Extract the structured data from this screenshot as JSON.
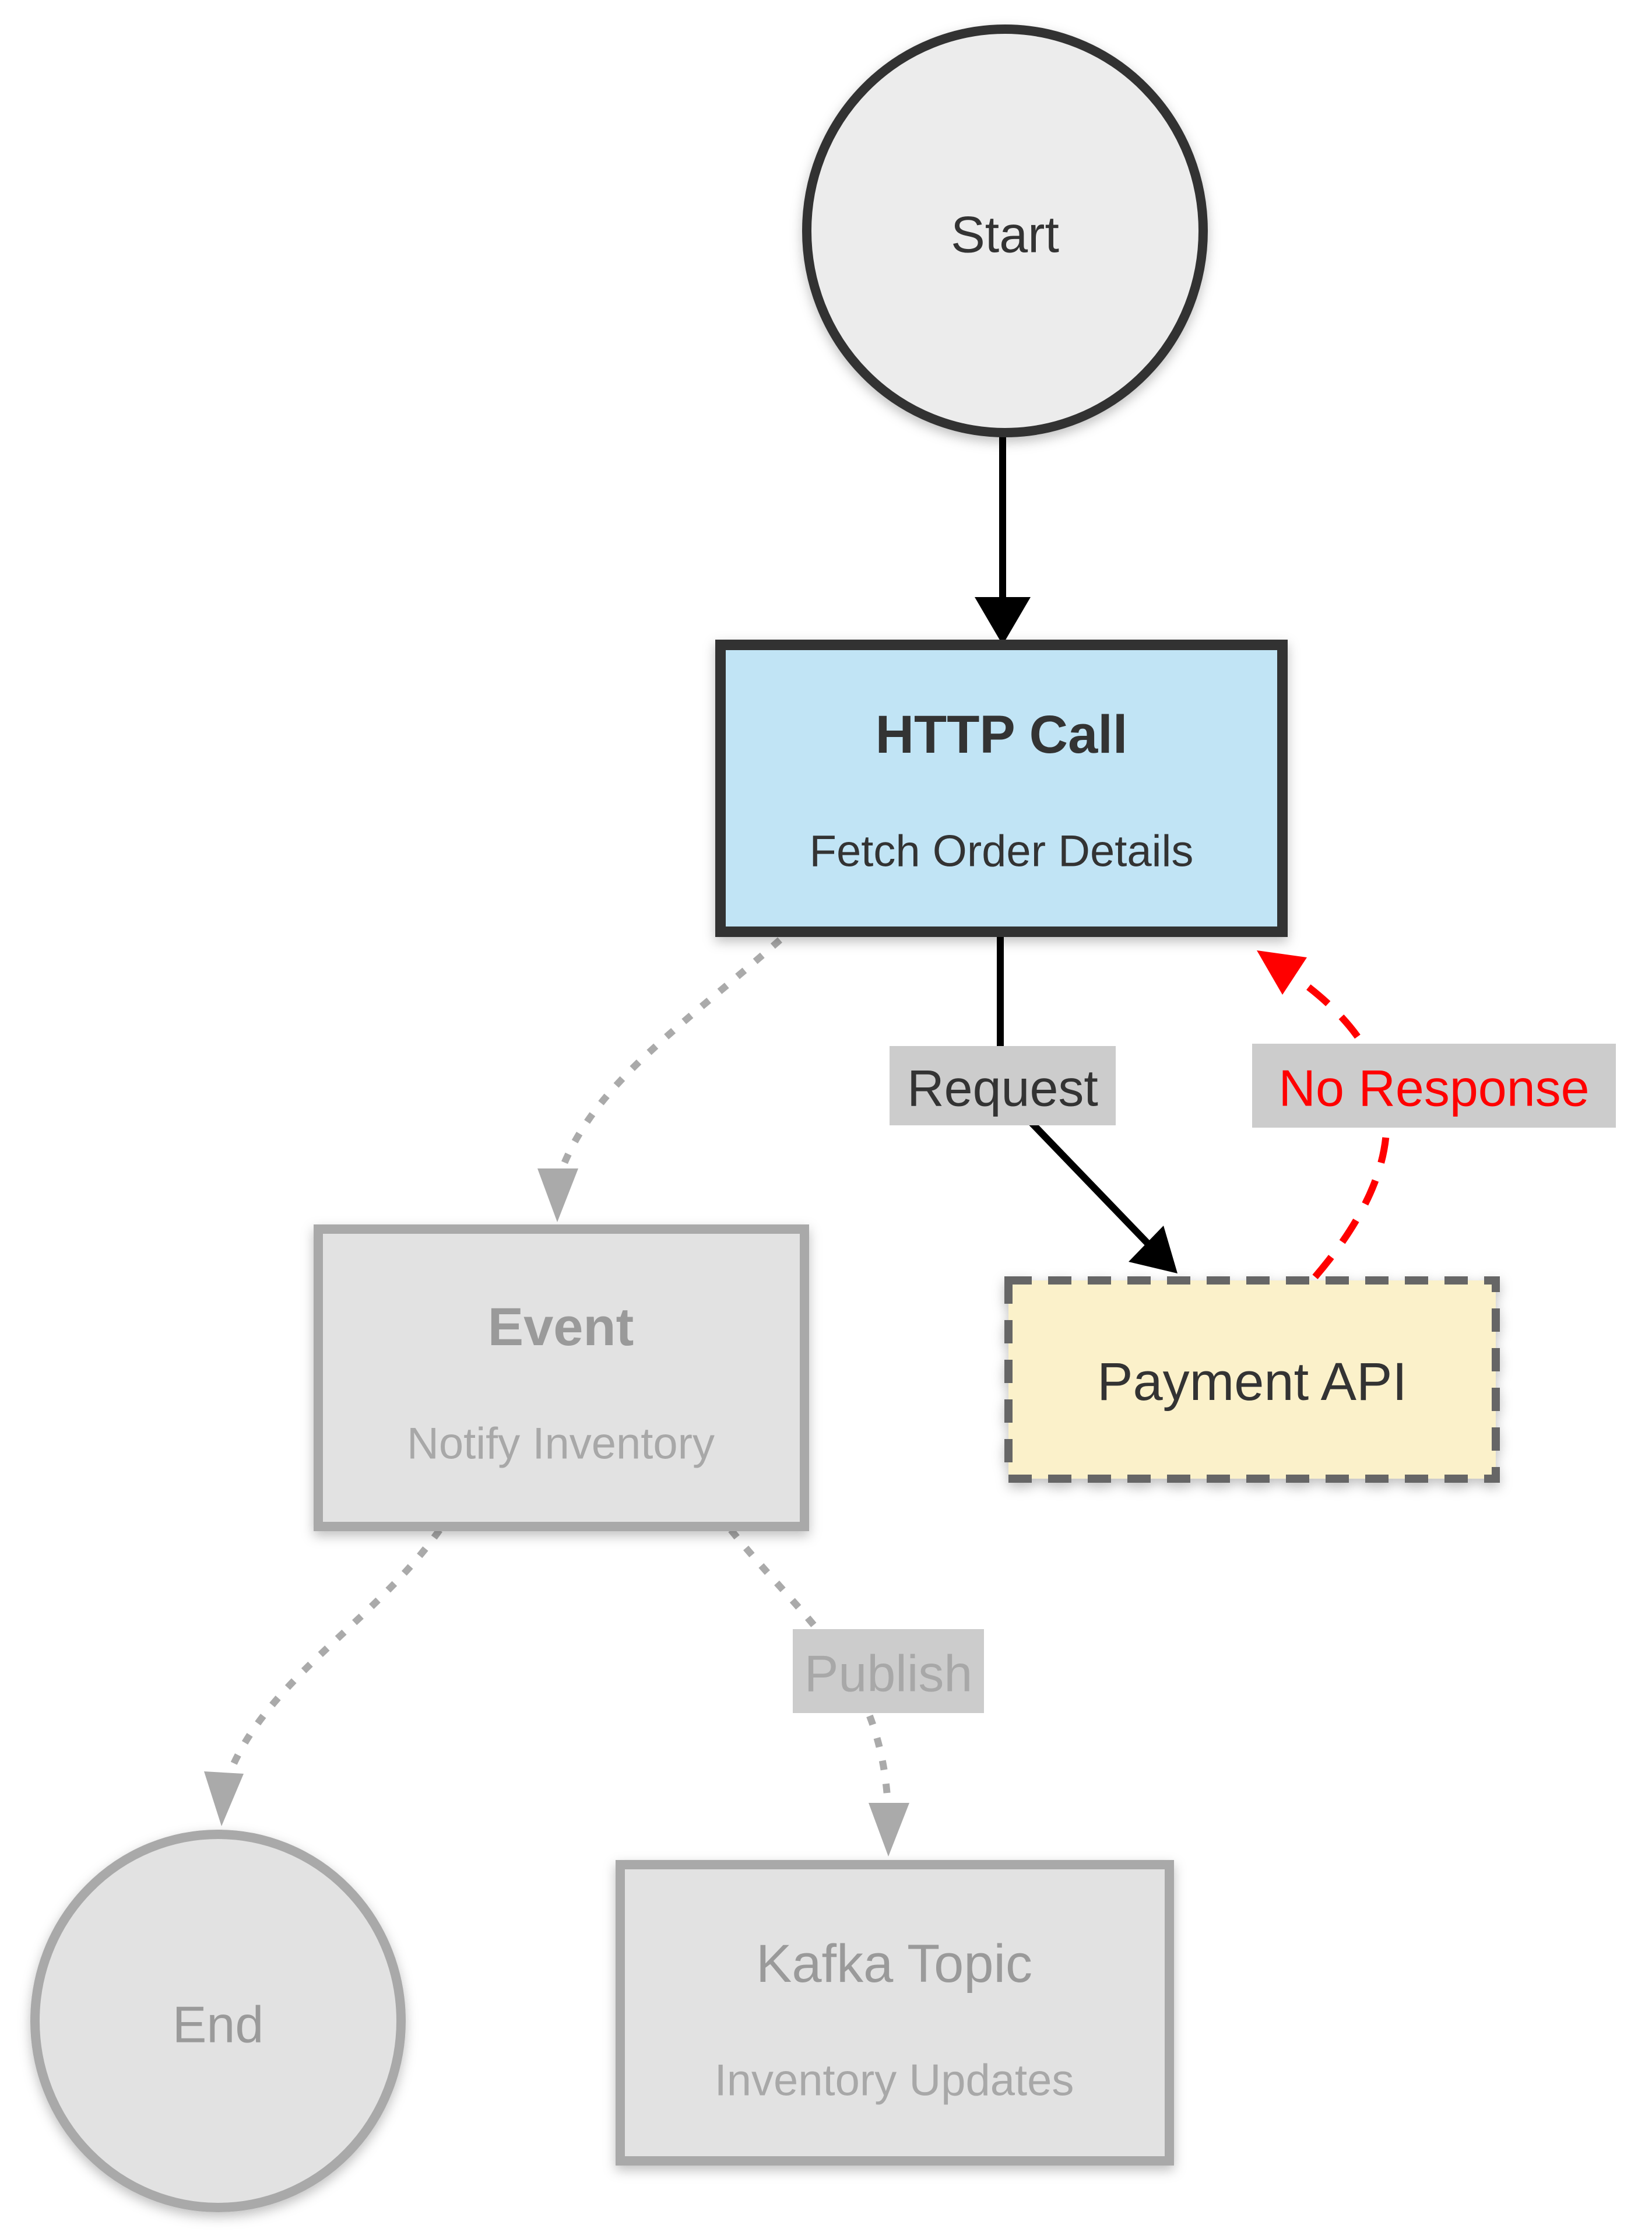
{
  "diagram": {
    "type": "flowchart",
    "nodes": {
      "start": {
        "label": "Start",
        "shape": "ellipse"
      },
      "http_call": {
        "title": "HTTP Call",
        "subtitle": "Fetch Order Details",
        "shape": "rect"
      },
      "payment_api": {
        "label": "Payment API",
        "shape": "dashed-rect"
      },
      "event": {
        "title": "Event",
        "subtitle": "Notify Inventory",
        "shape": "rect"
      },
      "kafka_topic": {
        "title": "Kafka Topic",
        "subtitle": "Inventory Updates",
        "shape": "rect"
      },
      "end": {
        "label": "End",
        "shape": "ellipse"
      }
    },
    "edge_labels": {
      "request": "Request",
      "no_response": "No Response",
      "publish": "Publish"
    },
    "colors": {
      "start_fill": "#ececec",
      "start_stroke": "#333333",
      "http_fill": "#c1e4f5",
      "http_stroke": "#333333",
      "payment_fill": "#fbf1ca",
      "payment_stroke": "#666666",
      "muted_fill": "#e2e2e2",
      "muted_stroke": "#a9a9a9",
      "muted_title_text": "#9a9a9a",
      "muted_sub_text": "#a8a8a8",
      "dark_text": "#333333",
      "label_bg": "#cccccc",
      "red": "#ff0000",
      "black": "#000000",
      "edge_gray": "#aaaaaa"
    }
  }
}
